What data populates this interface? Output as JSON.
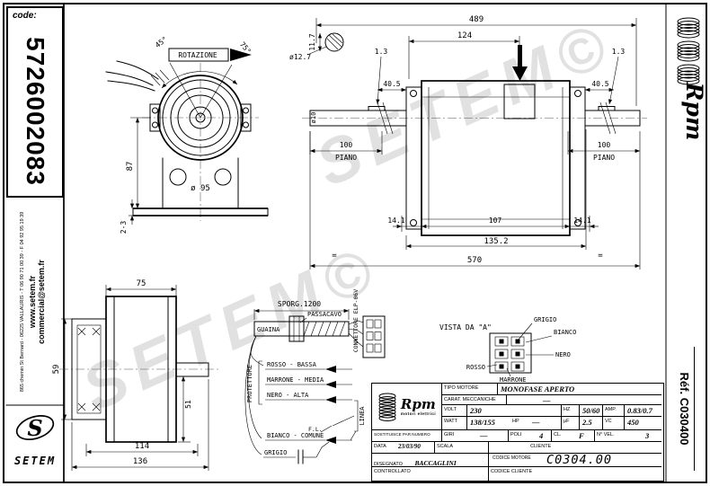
{
  "sidebar": {
    "code_label": "code:",
    "code_value": "5726002083",
    "address_line": "865 chemin St Bernard - 06225 VALLAURIS - T 06 90 71 00 39 - F 04 92 95 19 39",
    "website": "www.setem.fr",
    "email": "commercial@setem.fr",
    "logo_mark": "S",
    "logo_text": "SETEM"
  },
  "brand_strip": {
    "name": "Rpm",
    "ref_label": "Réf.",
    "ref_value": "C030400"
  },
  "watermark": {
    "text": "SETEM©"
  },
  "front_view": {
    "rotazione": "ROTAZIONE",
    "angle_left": "45°",
    "angle_right": "75°",
    "dim_height": "87",
    "dim_diameter": "ø 95",
    "dim_base": "2-3"
  },
  "side_view": {
    "dim_overall": "489",
    "dim_124": "124",
    "dim_11_7": "11.7",
    "dim_d12_7": "ø12.7",
    "dim_key_left": "1.3",
    "dim_key_right": "1.3",
    "dim_40_5_left": "40.5",
    "dim_40_5_right": "40.5",
    "dim_shaft_dia": "ø10",
    "dim_100_left": "100",
    "piano_left": "PIANO",
    "dim_100_right": "100",
    "piano_right": "PIANO",
    "dim_14_1_left": "14.1",
    "dim_107": "107",
    "dim_14_1_right": "14.1",
    "dim_135_2": "135.2",
    "dim_570": "570",
    "eq_left": "=",
    "eq_right": "="
  },
  "bottom_view": {
    "dim_75": "75",
    "dim_59": "59",
    "dim_51": "51",
    "dim_114": "114",
    "dim_136": "136"
  },
  "cable": {
    "sporg": "SPORG.1200",
    "passacavo": "PASSACAVO",
    "guaina": "GUAINA",
    "connettore": "CONNETTORE ELP-06V",
    "protettore": "PROTETTORE",
    "linea": "LINEA",
    "fl": "F.L.",
    "wire_rosso": "ROSSO - BASSA",
    "wire_marrone": "MARRONE - MEDIA",
    "wire_nero": "NERO - ALTA",
    "wire_bianco": "BIANCO - COMUNE",
    "wire_grigio": "GRIGIO"
  },
  "vista": {
    "title": "VISTA DA \"A\"",
    "grigio": "GRIGIO",
    "bianco": "BIANCO",
    "nero": "NERO",
    "rosso": "ROSSO",
    "marrone": "MARRONE"
  },
  "spec_table": {
    "logo_name": "Rpm",
    "logo_sub": "motori elettrici",
    "tipo_label": "TIPO MOTORE",
    "tipo_value": "MONOFASE APERTO",
    "carat_label": "CARAT. MECCANICHE",
    "carat_value": "—",
    "volt_label": "VOLT",
    "volt_value": "230",
    "hz_label": "HZ",
    "hz_value": "50/60",
    "amp_label": "AMP.",
    "amp_value": "0.83/0.7",
    "watt_label": "WATT",
    "watt_value": "138/155",
    "hp_label": "HP",
    "hp_value": "—",
    "uf_label": "µF",
    "uf_value": "2.5",
    "vc_label": "VC",
    "vc_value": "450",
    "sostituisce_label": "SOSTITUISCE PAR NUMERO",
    "giri_label": "GIRI",
    "giri_value": "—",
    "poli_label": "POLI",
    "poli_value": "4",
    "cl_label": "CL.",
    "cl_value": "F",
    "vel_label": "N° VEL.",
    "vel_value": "3",
    "data_label": "DATA",
    "data_value": "23/03/90",
    "scala_label": "SCALA",
    "cliente_label": "CLIENTE",
    "disegnato_label": "DISEGNATO",
    "disegnato_value": "BACCAGLINI",
    "controllato_label": "CONTROLLATO",
    "codice_motore_label": "CODICE MOTORE",
    "codice_motore_value": "C0304.00",
    "codice_cliente_label": "CODICE CLIENTE"
  }
}
